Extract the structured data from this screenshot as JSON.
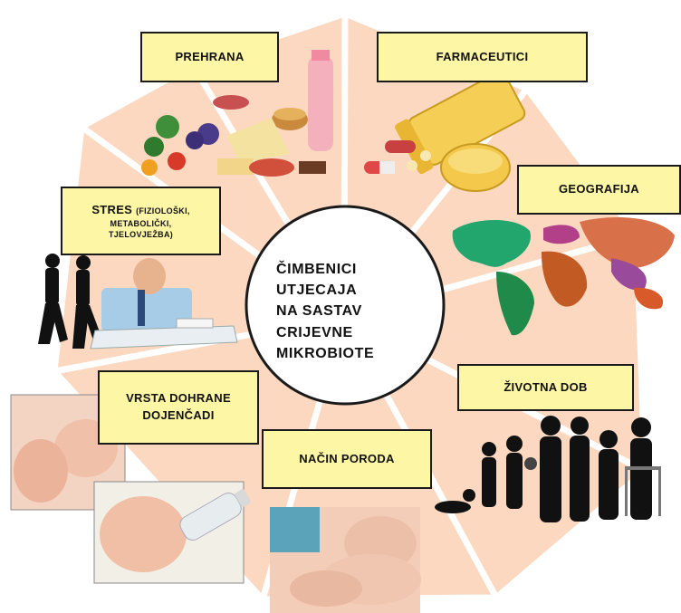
{
  "center": {
    "lines": [
      "ČIMBENICI",
      "UTJECAJA",
      "NA SASTAV",
      "CRIJEVNE",
      "MIKROBIOTE"
    ]
  },
  "factors": {
    "prehrana": "PREHRANA",
    "farmaceutici": "FARMACEUTICI",
    "geografija": "GEOGRAFIJA",
    "zivotna_dob": "ŽIVOTNA DOB",
    "nacin_poroda": "NAČIN PORODA",
    "vrsta_dohrane_line1": "VRSTA DOHRANE",
    "vrsta_dohrane_line2": "DOJENČADI",
    "stres": "STRES",
    "stres_detail_line1": "(FIZIOLOŠKI,",
    "stres_detail_line2": "METABOLIČKI,",
    "stres_detail_line3": "TJELOVJEŽBA)"
  },
  "colors": {
    "segment": "#fbd8bf",
    "label_fill": "#fdf6a4",
    "circle_fill": "#ffffff",
    "outline": "#1a1a1a"
  }
}
